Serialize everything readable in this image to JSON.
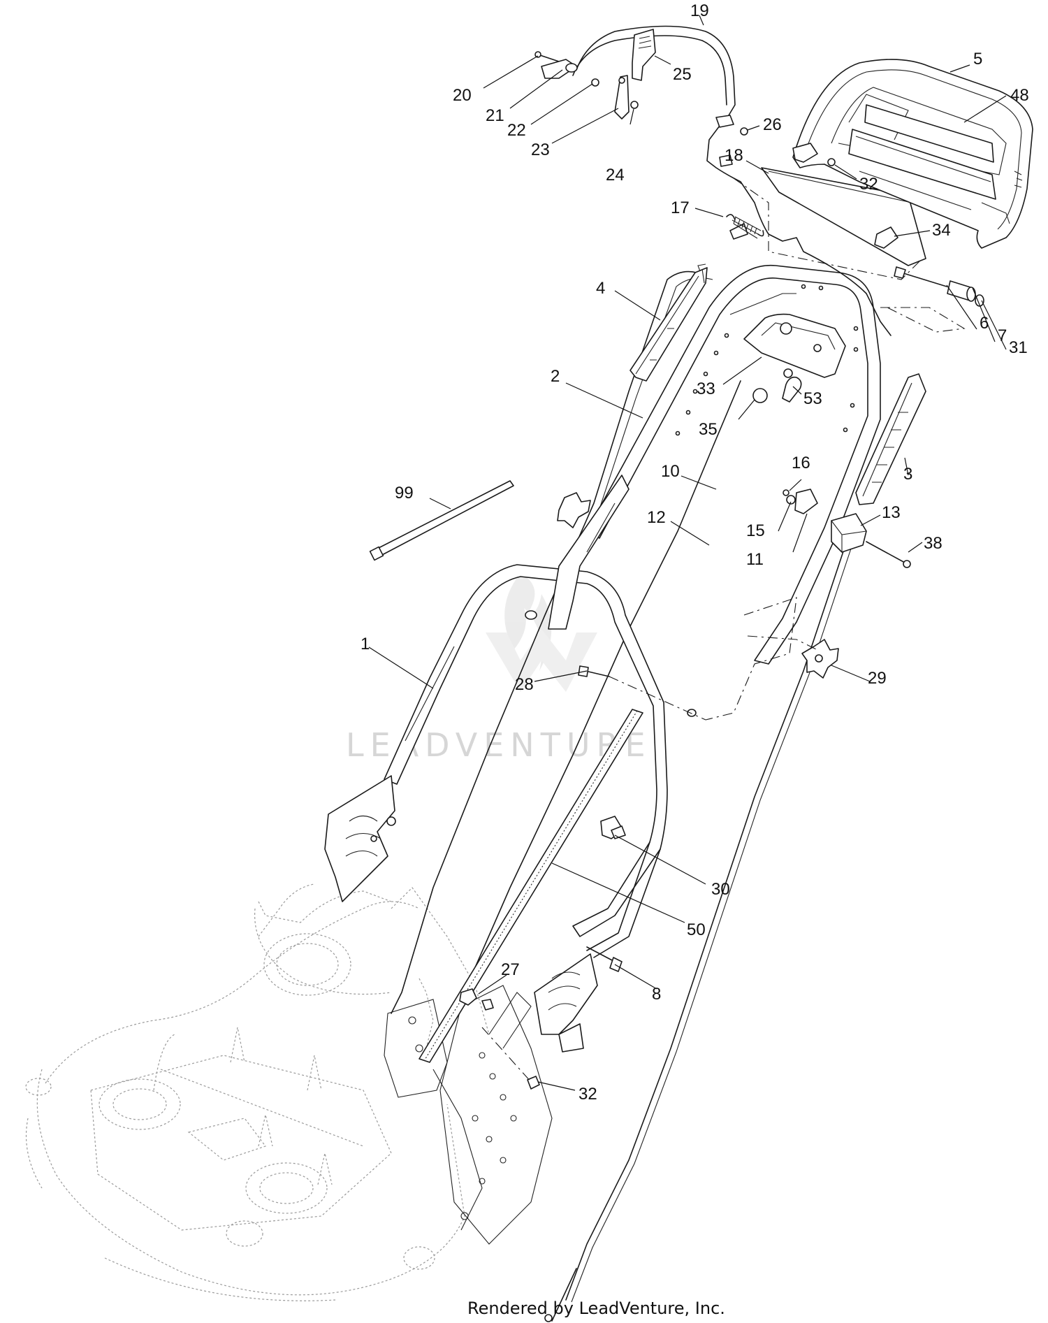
{
  "callouts": [
    {
      "id": "19",
      "label": "19"
    },
    {
      "id": "5",
      "label": "5"
    },
    {
      "id": "25",
      "label": "25"
    },
    {
      "id": "20",
      "label": "20"
    },
    {
      "id": "21",
      "label": "21"
    },
    {
      "id": "22",
      "label": "22"
    },
    {
      "id": "23",
      "label": "23"
    },
    {
      "id": "24",
      "label": "24"
    },
    {
      "id": "26",
      "label": "26"
    },
    {
      "id": "48",
      "label": "48"
    },
    {
      "id": "18",
      "label": "18"
    },
    {
      "id": "32a",
      "label": "32"
    },
    {
      "id": "17",
      "label": "17"
    },
    {
      "id": "4",
      "label": "4"
    },
    {
      "id": "34",
      "label": "34"
    },
    {
      "id": "6",
      "label": "6"
    },
    {
      "id": "7",
      "label": "7"
    },
    {
      "id": "31",
      "label": "31"
    },
    {
      "id": "2",
      "label": "2"
    },
    {
      "id": "33",
      "label": "33"
    },
    {
      "id": "53",
      "label": "53"
    },
    {
      "id": "35",
      "label": "35"
    },
    {
      "id": "10",
      "label": "10"
    },
    {
      "id": "16",
      "label": "16"
    },
    {
      "id": "3",
      "label": "3"
    },
    {
      "id": "99",
      "label": "99"
    },
    {
      "id": "12",
      "label": "12"
    },
    {
      "id": "15",
      "label": "15"
    },
    {
      "id": "13",
      "label": "13"
    },
    {
      "id": "11",
      "label": "11"
    },
    {
      "id": "38",
      "label": "38"
    },
    {
      "id": "1",
      "label": "1"
    },
    {
      "id": "28",
      "label": "28"
    },
    {
      "id": "29",
      "label": "29"
    },
    {
      "id": "30",
      "label": "30"
    },
    {
      "id": "50",
      "label": "50"
    },
    {
      "id": "27",
      "label": "27"
    },
    {
      "id": "8",
      "label": "8"
    },
    {
      "id": "32b",
      "label": "32"
    }
  ],
  "watermark": "LEADVENTURE",
  "footer": "Rendered by LeadVenture, Inc."
}
